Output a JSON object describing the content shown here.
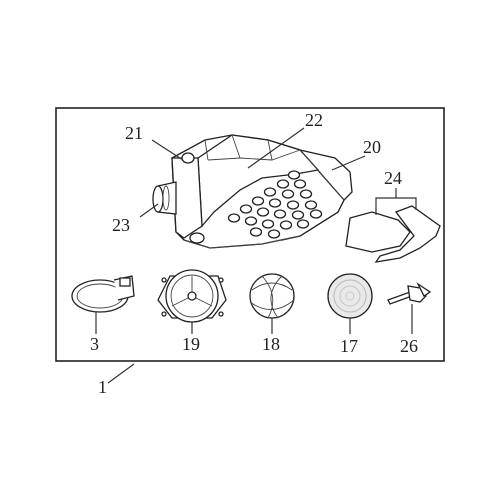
{
  "labels": {
    "assembly": "1",
    "housing_cap": "21",
    "housing_top": "22",
    "housing_cover": "20",
    "inlet_tube": "23",
    "gasket": "24",
    "clamp": "3",
    "frame": "19",
    "cage": "18",
    "filter_disc": "17",
    "wing_bolt": "26"
  },
  "colors": {
    "line": "#222222",
    "background": "#ffffff"
  }
}
